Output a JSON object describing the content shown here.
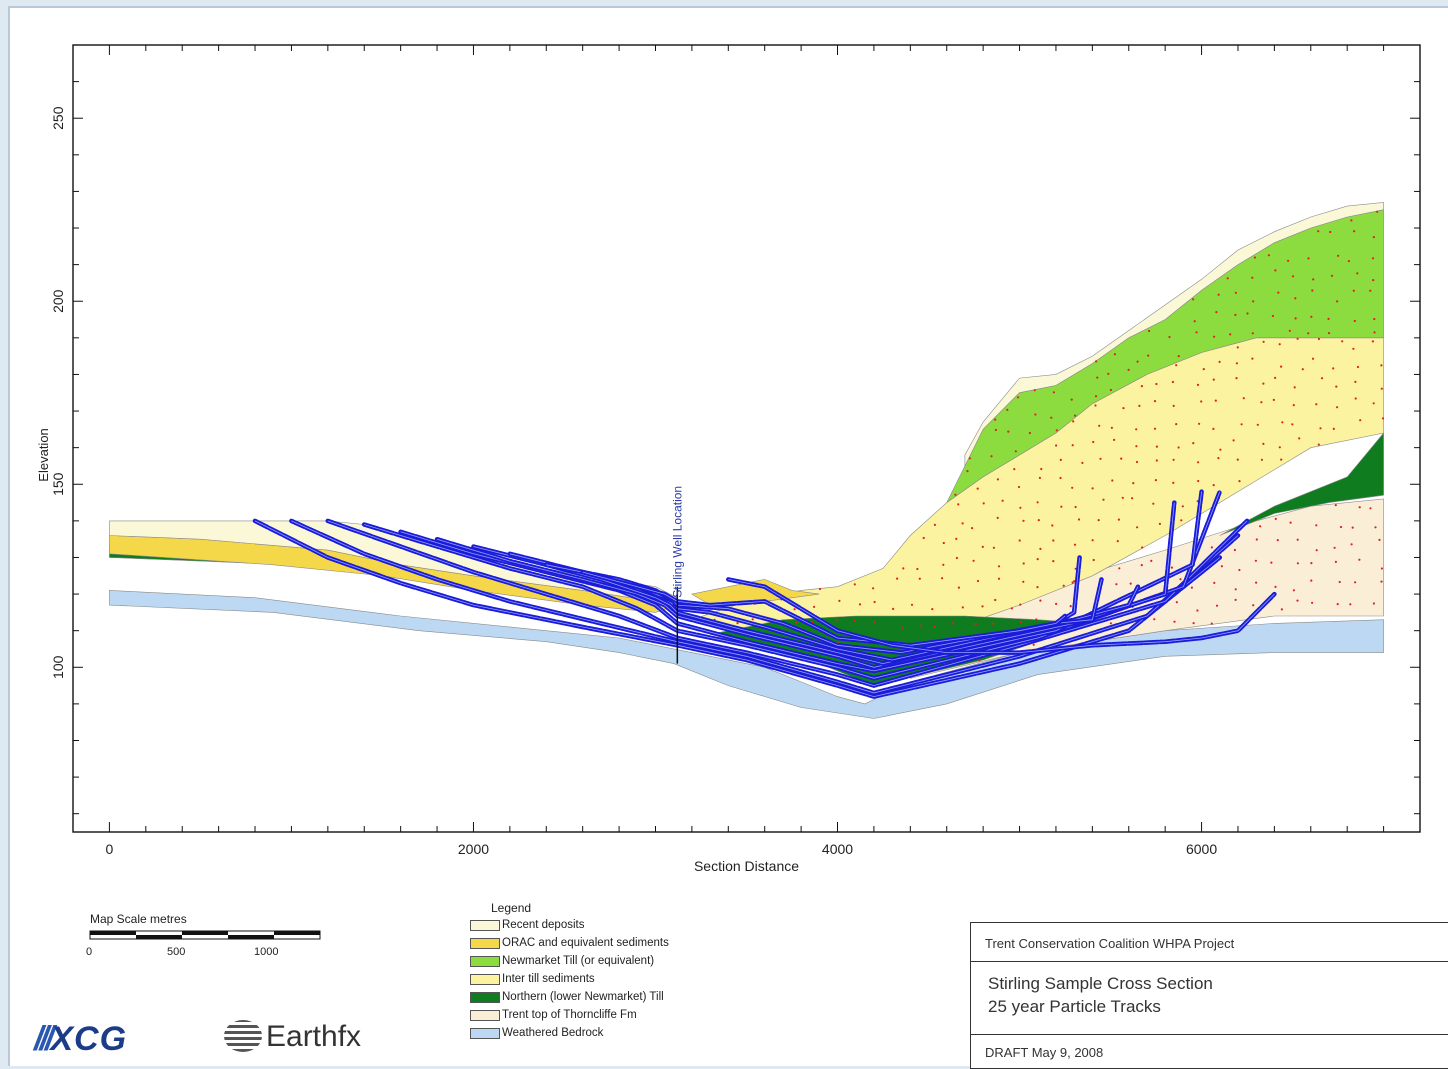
{
  "chart_data": {
    "type": "area",
    "xlabel": "Section Distance",
    "ylabel": "Elevation",
    "xlim": [
      -200,
      7200
    ],
    "ylim": [
      55,
      270
    ],
    "x_ticks": [
      0,
      2000,
      4000,
      6000
    ],
    "y_ticks": [
      100,
      150,
      200,
      250
    ],
    "well_label": "Stirling Well Location",
    "well_x": 3120,
    "units": [
      {
        "name": "Weathered Bedrock",
        "color": "#bcd8f2",
        "polygon": [
          [
            0,
            121
          ],
          [
            800,
            119
          ],
          [
            1600,
            114
          ],
          [
            2400,
            110
          ],
          [
            2800,
            108
          ],
          [
            3200,
            104
          ],
          [
            3600,
            100
          ],
          [
            3800,
            96
          ],
          [
            4000,
            92
          ],
          [
            4150,
            90
          ],
          [
            4400,
            96
          ],
          [
            5000,
            104
          ],
          [
            5800,
            110
          ],
          [
            6400,
            112
          ],
          [
            7000,
            113
          ],
          [
            7000,
            104
          ],
          [
            6400,
            104
          ],
          [
            5800,
            103
          ],
          [
            5100,
            98
          ],
          [
            4600,
            90
          ],
          [
            4200,
            86
          ],
          [
            3800,
            89
          ],
          [
            3400,
            95
          ],
          [
            3100,
            101
          ],
          [
            2800,
            104
          ],
          [
            2400,
            107
          ],
          [
            1700,
            110
          ],
          [
            900,
            115
          ],
          [
            0,
            117
          ]
        ]
      },
      {
        "name": "Trent top of Thorncliffe Fm",
        "color": "#fbeed6",
        "polygon": [
          [
            4400,
            97
          ],
          [
            5000,
            104
          ],
          [
            5800,
            110
          ],
          [
            6400,
            114
          ],
          [
            7000,
            114
          ],
          [
            7000,
            146
          ],
          [
            6600,
            144
          ],
          [
            6300,
            140
          ],
          [
            5800,
            132
          ],
          [
            5000,
            120
          ],
          [
            4600,
            108
          ],
          [
            4400,
            97
          ]
        ]
      },
      {
        "name": "Inter till sediments",
        "color": "#fbf39f",
        "polygon": [
          [
            3200,
            113
          ],
          [
            3500,
            118
          ],
          [
            3800,
            121
          ],
          [
            4000,
            122
          ],
          [
            4250,
            127
          ],
          [
            4400,
            136
          ],
          [
            4600,
            145
          ],
          [
            4800,
            152
          ],
          [
            5000,
            158
          ],
          [
            5200,
            164
          ],
          [
            5400,
            172
          ],
          [
            5700,
            180
          ],
          [
            6000,
            186
          ],
          [
            6300,
            190
          ],
          [
            6600,
            190
          ],
          [
            7000,
            190
          ],
          [
            7000,
            164
          ],
          [
            6600,
            160
          ],
          [
            6200,
            148
          ],
          [
            5800,
            136
          ],
          [
            5400,
            125
          ],
          [
            5000,
            117
          ],
          [
            4600,
            110
          ],
          [
            4200,
            100
          ],
          [
            3800,
            104
          ],
          [
            3400,
            110
          ],
          [
            3200,
            113
          ]
        ]
      },
      {
        "name": "Newmarket Till (or equivalent)",
        "color": "#8cdc3f",
        "polygon": [
          [
            4600,
            145
          ],
          [
            4700,
            155
          ],
          [
            4800,
            165
          ],
          [
            4900,
            170
          ],
          [
            5000,
            175
          ],
          [
            5200,
            177
          ],
          [
            5400,
            183
          ],
          [
            5600,
            190
          ],
          [
            5800,
            195
          ],
          [
            6000,
            203
          ],
          [
            6200,
            210
          ],
          [
            6400,
            216
          ],
          [
            6600,
            220
          ],
          [
            6800,
            223
          ],
          [
            7000,
            225
          ],
          [
            7000,
            190
          ],
          [
            6600,
            190
          ],
          [
            6300,
            190
          ],
          [
            6000,
            186
          ],
          [
            5700,
            180
          ],
          [
            5400,
            172
          ],
          [
            5200,
            164
          ],
          [
            5000,
            158
          ],
          [
            4800,
            152
          ],
          [
            4600,
            145
          ]
        ]
      },
      {
        "name": "Northern (lower Newmarket) Till",
        "color": "#0e7c1f",
        "polygon": [
          [
            3300,
            109
          ],
          [
            3700,
            113
          ],
          [
            4100,
            114
          ],
          [
            4700,
            114
          ],
          [
            5100,
            113
          ],
          [
            5400,
            112
          ],
          [
            4800,
            102
          ],
          [
            4200,
            95
          ],
          [
            3800,
            103
          ],
          [
            3300,
            109
          ]
        ]
      },
      {
        "name": "Northern (lower Newmarket) Till",
        "color": "#0e7c1f",
        "polygon": [
          [
            6100,
            136
          ],
          [
            6400,
            144
          ],
          [
            6800,
            152
          ],
          [
            7000,
            164
          ],
          [
            7000,
            147
          ],
          [
            6700,
            145
          ],
          [
            6400,
            142
          ],
          [
            6100,
            136
          ]
        ]
      },
      {
        "name": "Northern (lower Newmarket) Till",
        "color": "#0e7c1f",
        "polygon": [
          [
            0,
            134
          ],
          [
            500,
            132
          ],
          [
            1000,
            130
          ],
          [
            1400,
            128
          ],
          [
            1400,
            126
          ],
          [
            1000,
            128
          ],
          [
            500,
            129
          ],
          [
            0,
            130
          ]
        ]
      },
      {
        "name": "ORAC and equivalent sediments",
        "color": "#f5d84a",
        "polygon": [
          [
            0,
            136
          ],
          [
            500,
            135
          ],
          [
            1200,
            132
          ],
          [
            1600,
            128
          ],
          [
            2000,
            125
          ],
          [
            2600,
            121
          ],
          [
            3000,
            118
          ],
          [
            3120,
            117
          ],
          [
            3000,
            115
          ],
          [
            2600,
            117
          ],
          [
            2000,
            121
          ],
          [
            1500,
            125
          ],
          [
            900,
            128
          ],
          [
            0,
            131
          ]
        ]
      },
      {
        "name": "ORAC and equivalent sediments",
        "color": "#f5d84a",
        "polygon": [
          [
            3200,
            120
          ],
          [
            3400,
            122
          ],
          [
            3600,
            124
          ],
          [
            3750,
            121
          ],
          [
            3900,
            120
          ],
          [
            3600,
            118
          ],
          [
            3300,
            117
          ],
          [
            3200,
            120
          ]
        ]
      },
      {
        "name": "Recent deposits",
        "color": "#fbf8d8",
        "polygon": [
          [
            0,
            140
          ],
          [
            600,
            140
          ],
          [
            1200,
            140
          ],
          [
            1400,
            139
          ],
          [
            1600,
            136
          ],
          [
            2000,
            131
          ],
          [
            2600,
            125
          ],
          [
            3000,
            122
          ],
          [
            3120,
            119
          ],
          [
            3000,
            118
          ],
          [
            2600,
            121
          ],
          [
            2000,
            125
          ],
          [
            1600,
            128
          ],
          [
            1200,
            132
          ],
          [
            500,
            135
          ],
          [
            0,
            136
          ]
        ]
      },
      {
        "name": "Recent deposits",
        "color": "#fbf8d8",
        "polygon": [
          [
            4700,
            155
          ],
          [
            4800,
            165
          ],
          [
            4900,
            170
          ],
          [
            5000,
            175
          ],
          [
            5200,
            177
          ],
          [
            5400,
            183
          ],
          [
            5600,
            190
          ],
          [
            5800,
            195
          ],
          [
            6000,
            203
          ],
          [
            6200,
            210
          ],
          [
            6400,
            216
          ],
          [
            6600,
            220
          ],
          [
            6800,
            223
          ],
          [
            7000,
            225
          ],
          [
            7000,
            227
          ],
          [
            6800,
            226
          ],
          [
            6600,
            223
          ],
          [
            6400,
            219
          ],
          [
            6200,
            214
          ],
          [
            6000,
            206
          ],
          [
            5800,
            199
          ],
          [
            5600,
            192
          ],
          [
            5400,
            185
          ],
          [
            5200,
            180
          ],
          [
            5000,
            179
          ],
          [
            4900,
            173
          ],
          [
            4800,
            167
          ],
          [
            4700,
            158
          ]
        ]
      }
    ],
    "tracks": [
      {
        "x": [
          800,
          1200,
          1600,
          2000,
          2600,
          3120,
          3500,
          4000,
          4200,
          5000,
          5600,
          6100
        ],
        "y": [
          140,
          130,
          123,
          117,
          111,
          106,
          102,
          95,
          92,
          101,
          110,
          130
        ]
      },
      {
        "x": [
          1000,
          1400,
          1800,
          2200,
          2700,
          3120,
          3500,
          4000,
          4200,
          5000,
          5700,
          6200
        ],
        "y": [
          140,
          131,
          124,
          118,
          112,
          107,
          103,
          96,
          93,
          103,
          114,
          136
        ]
      },
      {
        "x": [
          1200,
          1600,
          2000,
          2400,
          2800,
          3120,
          3500,
          4000,
          4200,
          5000,
          5800,
          6250
        ],
        "y": [
          140,
          133,
          126,
          120,
          114,
          108,
          104,
          98,
          95,
          106,
          118,
          140
        ]
      },
      {
        "x": [
          1400,
          1800,
          2200,
          2600,
          2900,
          3120,
          3500,
          4000,
          4200,
          5100,
          5900,
          6100
        ],
        "y": [
          139,
          133,
          127,
          122,
          116,
          110,
          106,
          100,
          97,
          108,
          122,
          148
        ]
      },
      {
        "x": [
          1600,
          2000,
          2400,
          2800,
          3000,
          3120,
          3500,
          4000,
          4200,
          5200,
          5950,
          6000
        ],
        "y": [
          137,
          131,
          126,
          121,
          117,
          112,
          107,
          101,
          99,
          110,
          128,
          148
        ]
      },
      {
        "x": [
          1800,
          2200,
          2600,
          2900,
          3050,
          3120,
          3500,
          4000,
          4200,
          5300,
          5800,
          5850
        ],
        "y": [
          135,
          129,
          124,
          120,
          117,
          114,
          109,
          103,
          100,
          112,
          120,
          145
        ]
      },
      {
        "x": [
          2000,
          2400,
          2700,
          3000,
          3080,
          3120,
          3500,
          4000,
          4250,
          5300,
          5600,
          5650
        ],
        "y": [
          133,
          128,
          124,
          119,
          117,
          115,
          110,
          104,
          101,
          113,
          117,
          122
        ]
      },
      {
        "x": [
          2200,
          2600,
          2900,
          3100,
          3120,
          3300,
          3600,
          4000,
          4300,
          5200,
          5400,
          5450
        ],
        "y": [
          131,
          126,
          122,
          118,
          116,
          115,
          111,
          105,
          102,
          112,
          113,
          124
        ]
      },
      {
        "x": [
          2400,
          2800,
          3000,
          3100,
          3120,
          3400,
          3700,
          4000,
          4350,
          5200,
          5300,
          5330
        ],
        "y": [
          128,
          124,
          121,
          118,
          117,
          116,
          112,
          106,
          104,
          112,
          115,
          130
        ]
      },
      {
        "x": [
          2600,
          2900,
          3050,
          3120,
          3300,
          3600,
          3800,
          4000,
          4400,
          5000,
          5200,
          5250
        ],
        "y": [
          126,
          122,
          120,
          118,
          117,
          118,
          113,
          108,
          106,
          110,
          112,
          114
        ]
      },
      {
        "x": [
          3400,
          3600,
          3800,
          4000,
          4300,
          4600,
          5000,
          5400,
          5800,
          6000,
          6200,
          6400
        ],
        "y": [
          124,
          122,
          116,
          110,
          106,
          104,
          104,
          106,
          107,
          108,
          110,
          120
        ]
      }
    ]
  },
  "legend": {
    "title": "Legend",
    "items": [
      {
        "label": "Recent deposits",
        "color": "#fbf8d8"
      },
      {
        "label": "ORAC and equivalent sediments",
        "color": "#f5d84a"
      },
      {
        "label": "Newmarket Till (or equivalent)",
        "color": "#8cdc3f"
      },
      {
        "label": "Inter till sediments",
        "color": "#fbf39f"
      },
      {
        "label": "Northern (lower Newmarket) Till",
        "color": "#0e7c1f"
      },
      {
        "label": "Trent top of Thorncliffe Fm",
        "color": "#fbeed6"
      },
      {
        "label": "Weathered Bedrock",
        "color": "#bcd8f2"
      }
    ]
  },
  "scale_bar": {
    "title": "Map Scale  metres",
    "ticks": [
      "0",
      "500",
      "1000"
    ]
  },
  "title_block": {
    "project": "Trent Conservation Coalition WHPA Project",
    "title_line1": "Stirling Sample Cross Section",
    "title_line2": "25 year Particle Tracks",
    "draft": "DRAFT May 9, 2008"
  },
  "logos": {
    "xcg": "XCG",
    "earthfx": "Earthfx"
  }
}
